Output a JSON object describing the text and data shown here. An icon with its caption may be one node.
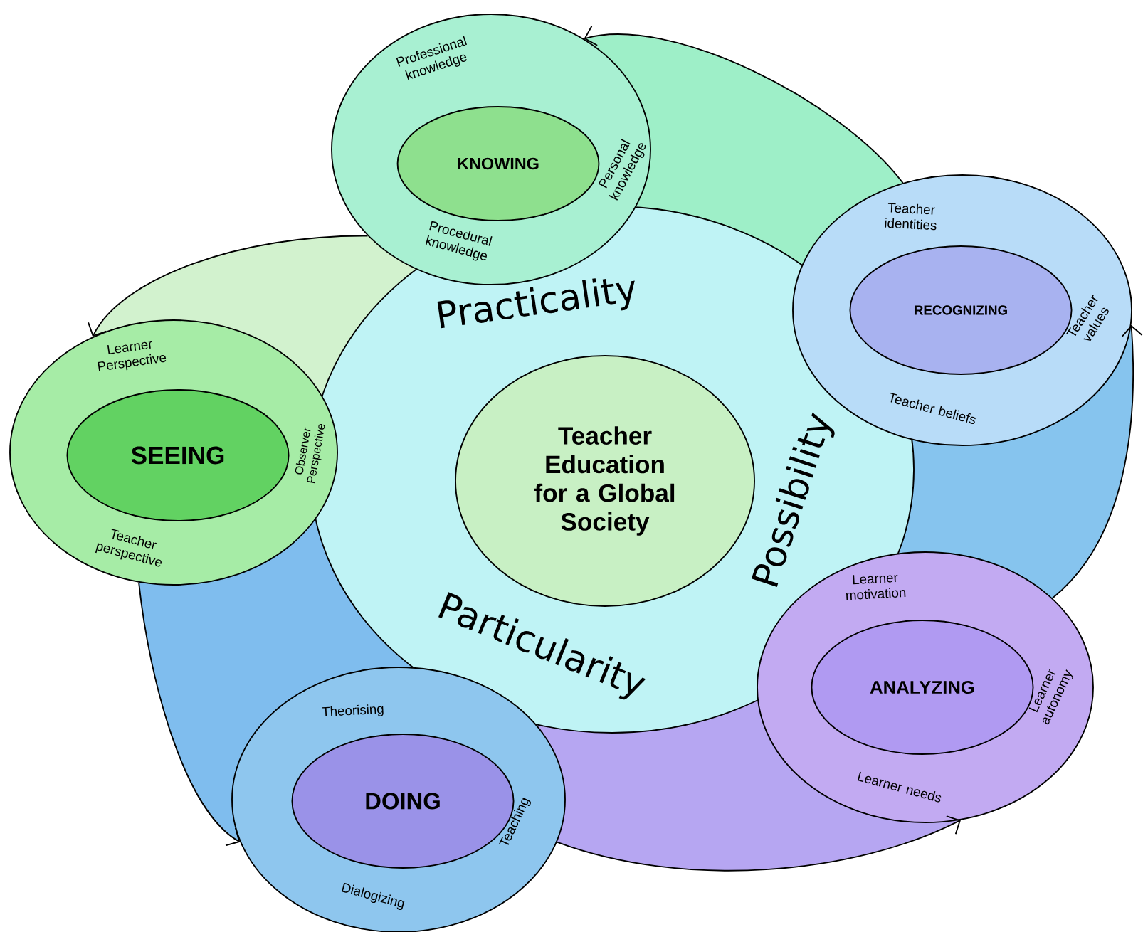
{
  "diagram": {
    "nodes": [
      {
        "text": [
          "Practicality",
          "Particularity",
          "Possibility"
        ]
      },
      {
        "text": [
          "Teacher Education for a Global Society"
        ],
        "in": 0
      },
      {
        "text": [
          "Professional knowledge",
          "Personal knowledge",
          "Procedural knowledge"
        ]
      },
      {
        "text": [
          "KNOWING"
        ],
        "in": 2
      },
      {
        "text": [
          "Teacher identities",
          "Teacher values",
          "Teacher beliefs"
        ]
      },
      {
        "text": [
          "RECOGNIZING"
        ],
        "in": 4
      },
      {
        "text": [
          "Learner Perspective",
          "Observer Perspective",
          "Teacher perspective"
        ]
      },
      {
        "text": [
          "SEEING"
        ],
        "in": 6
      },
      {
        "text": [
          "Learner motivation",
          "Learner autonomy",
          "Learner needs"
        ]
      },
      {
        "text": [
          "ANALYZING"
        ],
        "in": 8
      },
      {
        "text": [
          "Theorising",
          "Teaching",
          "Dialogizing"
        ]
      },
      {
        "text": [
          "DOING"
        ],
        "in": 10
      }
    ],
    "edges": [
      {
        "from": 4,
        "to": 2,
        "arrow": "to"
      },
      {
        "from": 2,
        "to": 6,
        "arrow": "to"
      },
      {
        "from": 6,
        "to": 10,
        "arrow": "to"
      },
      {
        "from": 10,
        "to": 8,
        "arrow": "to"
      },
      {
        "from": 8,
        "to": 4,
        "arrow": "to"
      }
    ]
  }
}
